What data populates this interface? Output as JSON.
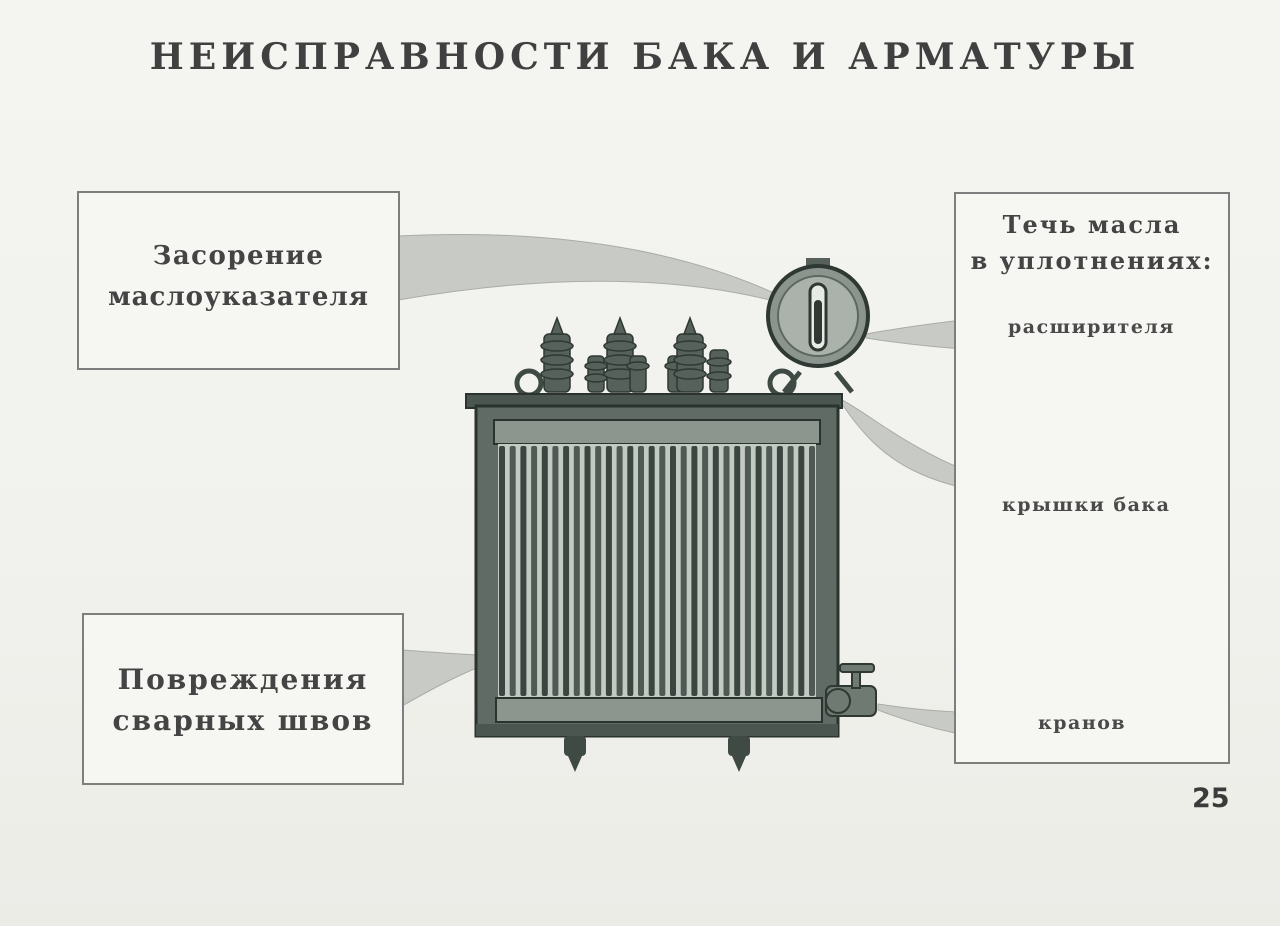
{
  "title": "НЕИСПРАВНОСТИ БАКА И АРМАТУРЫ",
  "boxes": {
    "gauge_clogging": {
      "line1": "Засорение",
      "line2": "маслоуказателя"
    },
    "weld_damage": {
      "line1": "Повреждения",
      "line2": "сварных швов"
    },
    "oil_leak": {
      "line1": "Течь масла",
      "line2": "в уплотнениях:",
      "items": [
        "расширителя",
        "крышки бака",
        "кранов"
      ]
    }
  },
  "page_number": "25",
  "colors": {
    "background": "#f2f2ee",
    "tank_dark": "#3f4a44",
    "tank_mid": "#6e7a72",
    "callout": "#c9ccc6",
    "text": "#444444"
  }
}
